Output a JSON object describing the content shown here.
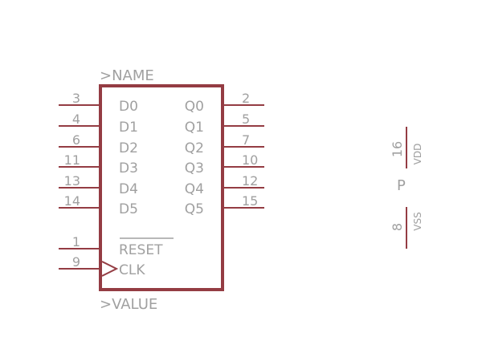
{
  "part": {
    "name_placeholder": ">NAME",
    "value_placeholder": ">VALUE"
  },
  "left_pins": [
    {
      "num": "3",
      "label": "D0"
    },
    {
      "num": "4",
      "label": "D1"
    },
    {
      "num": "6",
      "label": "D2"
    },
    {
      "num": "11",
      "label": "D3"
    },
    {
      "num": "13",
      "label": "D4"
    },
    {
      "num": "14",
      "label": "D5"
    }
  ],
  "right_pins": [
    {
      "num": "2",
      "label": "Q0"
    },
    {
      "num": "5",
      "label": "Q1"
    },
    {
      "num": "7",
      "label": "Q2"
    },
    {
      "num": "10",
      "label": "Q3"
    },
    {
      "num": "12",
      "label": "Q4"
    },
    {
      "num": "15",
      "label": "Q5"
    }
  ],
  "control_pins": [
    {
      "num": "1",
      "label": "RESET",
      "overbar": true
    },
    {
      "num": "9",
      "label": "CLK",
      "clock": true
    }
  ],
  "power": {
    "label": "P",
    "vdd": {
      "num": "16",
      "label": "VDD"
    },
    "vss": {
      "num": "8",
      "label": "VSS"
    }
  },
  "colors": {
    "wire": "#943c43",
    "text": "#a0a0a0"
  }
}
